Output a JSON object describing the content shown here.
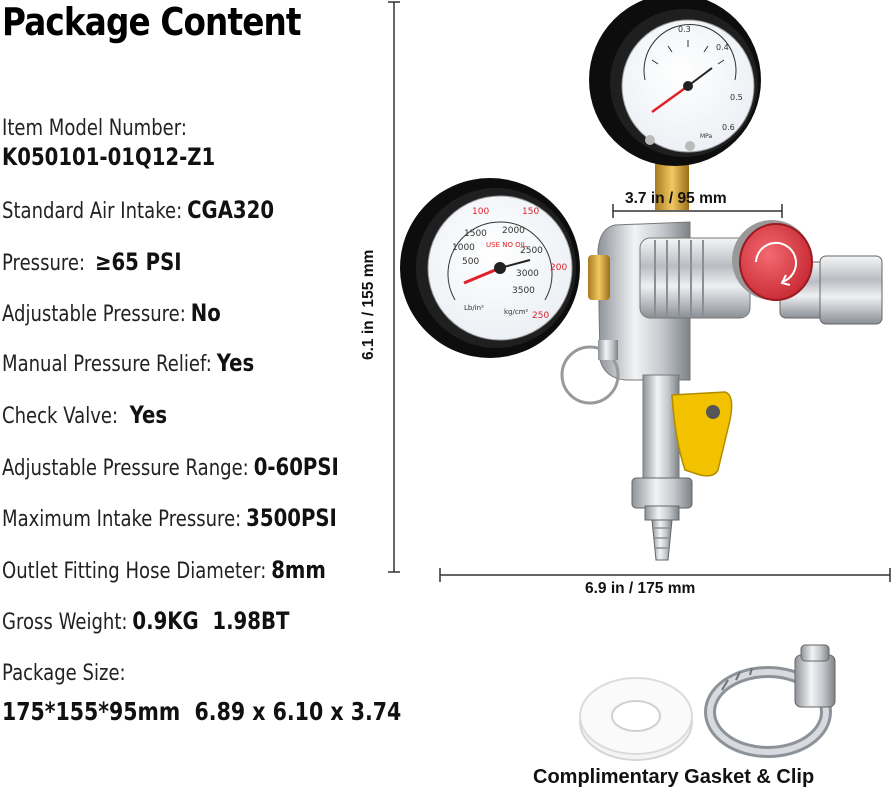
{
  "title": "Package Content",
  "specs": {
    "model_label": "Item Model Number:",
    "model_value": "K050101-01Q12-Z1",
    "intake_label": "Standard Air Intake:",
    "intake_value": "CGA320",
    "pressure_label": "Pressure:",
    "pressure_value": "≥65 PSI",
    "adjustable_label": "Adjustable Pressure:",
    "adjustable_value": "No",
    "relief_label": "Manual Pressure Relief:",
    "relief_value": "Yes",
    "check_label": "Check Valve:",
    "check_value": "Yes",
    "range_label": "Adjustable Pressure Range:",
    "range_value": "0-60PSI",
    "max_label": "Maximum Intake Pressure:",
    "max_value": "3500PSI",
    "hose_label": "Outlet Fitting Hose Diameter:",
    "hose_value": "8mm",
    "weight_label": "Gross Weight:",
    "weight_value": "0.9KG  1.98BT",
    "size_label": "Package Size:",
    "size_value": "175*155*95mm  6.89 x 6.10 x 3.74"
  },
  "dimensions": {
    "height": "6.1 in / 155 mm",
    "width_top": "3.7 in / 95 mm",
    "width_bottom": "6.9 in / 175 mm"
  },
  "gauges": {
    "high": {
      "ticks": [
        "500",
        "1000",
        "1500",
        "2000",
        "2500",
        "3000",
        "3500"
      ],
      "units": "Lb/in²",
      "units2": "kg/cm²",
      "warning": "USE NO OIL",
      "red": [
        "100",
        "150",
        "200",
        "250"
      ]
    },
    "low": {
      "ticks": [
        "0.3",
        "0.4",
        "0.5",
        "0.6"
      ],
      "units": "MPa"
    }
  },
  "accessories_caption": "Complimentary Gasket & Clip",
  "colors": {
    "text": "#111111",
    "gauge_rim": "#1a1a1a",
    "knob_red": "#d8323c",
    "valve_yellow": "#f2c200",
    "needle_red": "#e0202a",
    "metal": "#c9ccd0"
  },
  "icons": [
    "pressure-regulator",
    "gasket-ring",
    "hose-clamp"
  ]
}
